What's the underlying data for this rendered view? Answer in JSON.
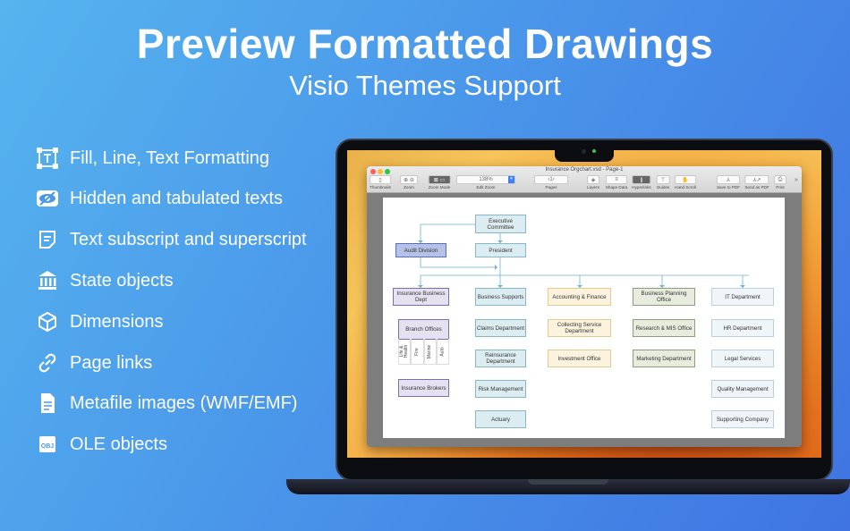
{
  "header": {
    "title": "Preview Formatted Drawings",
    "subtitle": "Visio Themes Support"
  },
  "features": [
    {
      "icon": "text-box-icon",
      "label": "Fill, Line, Text Formatting"
    },
    {
      "icon": "eye-icon",
      "label": "Hidden and tabulated texts"
    },
    {
      "icon": "document-text-icon",
      "label": "Text subscript and superscript"
    },
    {
      "icon": "bank-icon",
      "label": "State objects"
    },
    {
      "icon": "cube-icon",
      "label": "Dimensions"
    },
    {
      "icon": "link-icon",
      "label": "Page links"
    },
    {
      "icon": "file-icon",
      "label": "Metafile images (WMF/EMF)"
    },
    {
      "icon": "ole-object-icon",
      "label": "OLE objects"
    }
  ],
  "window": {
    "title": "Insurance Orgchart.vsd - Page-1",
    "zoom_value": "138%",
    "page_number": "1",
    "toolbar": {
      "thumbnails": "Thumbnails",
      "zoom": "Zoom",
      "zoom_mode": "Zoom Mode",
      "edit_zoom": "Edit Zoom",
      "pages": "Pages",
      "layers": "Layers",
      "shape_data": "Shape Data",
      "hyperlinks": "Hyperlinks",
      "guides": "Guides",
      "hand_scroll": "Hand Scroll",
      "save_pdf": "Save to PDF",
      "send_pdf": "Send as PDF",
      "print": "Print",
      "more": "»"
    }
  },
  "orgchart": {
    "executive": "Executive Committee",
    "audit": "Audit Division",
    "president": "President",
    "col1": {
      "head": "Insurance Business Dept",
      "branch": "Branch Offices",
      "subs": [
        "Life & Health",
        "Fire",
        "Marine",
        "Auto"
      ],
      "brokers": "Insurance Brokers"
    },
    "col2": [
      "Business Supports",
      "Claims Department",
      "Reinsurance Department",
      "Risk Management",
      "Actuary"
    ],
    "col3": [
      "Accounting & Finance",
      "Collecting Service Department",
      "Investment Office"
    ],
    "col4": [
      "Business Planning Office",
      "Research & MIS Office",
      "Marketing Department"
    ],
    "col5": [
      "IT Department",
      "HR Department",
      "Legal Services",
      "Quality Management",
      "Supporting Company"
    ]
  }
}
